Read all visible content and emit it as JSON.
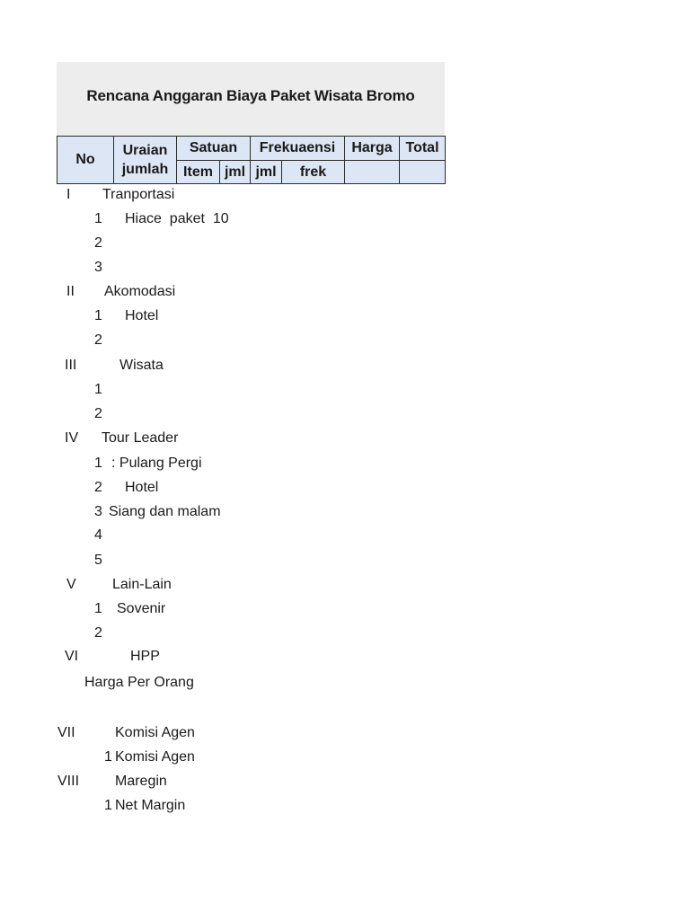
{
  "title": "Rencana Anggaran Biaya Paket Wisata Bromo",
  "header": {
    "no": "No",
    "uraian_line1": "Uraian",
    "uraian_line2": "jumlah",
    "satuan": "Satuan",
    "frekuaensi": "Frekuaensi",
    "harga": "Harga",
    "total": "Total",
    "item": "Item",
    "satuan_jml": "jml",
    "frek_jml": "jml",
    "frek": "frek"
  },
  "colors": {
    "title_band": "#ededed",
    "header_fill": "#dce6f4",
    "border": "#2b2b2b"
  },
  "rows": [
    {
      "no": "I",
      "label": "Tranportasi"
    },
    {
      "no": "1",
      "label": "Hiace  paket  10"
    },
    {
      "no": "2",
      "label": ""
    },
    {
      "no": "3",
      "label": ""
    },
    {
      "no": "II",
      "label": "Akomodasi"
    },
    {
      "no": "1",
      "label": "Hotel"
    },
    {
      "no": "2",
      "label": ""
    },
    {
      "no": "III",
      "label": "Wisata"
    },
    {
      "no": "1",
      "label": ""
    },
    {
      "no": "2",
      "label": ""
    },
    {
      "no": "IV",
      "label": "Tour Leader"
    },
    {
      "no": "1",
      "label": ": Pulang Pergi"
    },
    {
      "no": "2",
      "label": "Hotel"
    },
    {
      "no": "3",
      "label": "Siang dan malam"
    },
    {
      "no": "4",
      "label": ""
    },
    {
      "no": "5",
      "label": ""
    },
    {
      "no": "V",
      "label": "Lain-Lain"
    },
    {
      "no": "1",
      "label": "Sovenir"
    },
    {
      "no": "2",
      "label": ""
    },
    {
      "no": "VI",
      "label": "HPP"
    },
    {
      "no": "",
      "label": "Harga Per Orang"
    },
    {
      "no": "VII",
      "label": "Komisi Agen"
    },
    {
      "no": "1",
      "label": "Komisi Agen"
    },
    {
      "no": "VIII",
      "label": "Maregin"
    },
    {
      "no": "1",
      "label": "Net Margin"
    }
  ]
}
